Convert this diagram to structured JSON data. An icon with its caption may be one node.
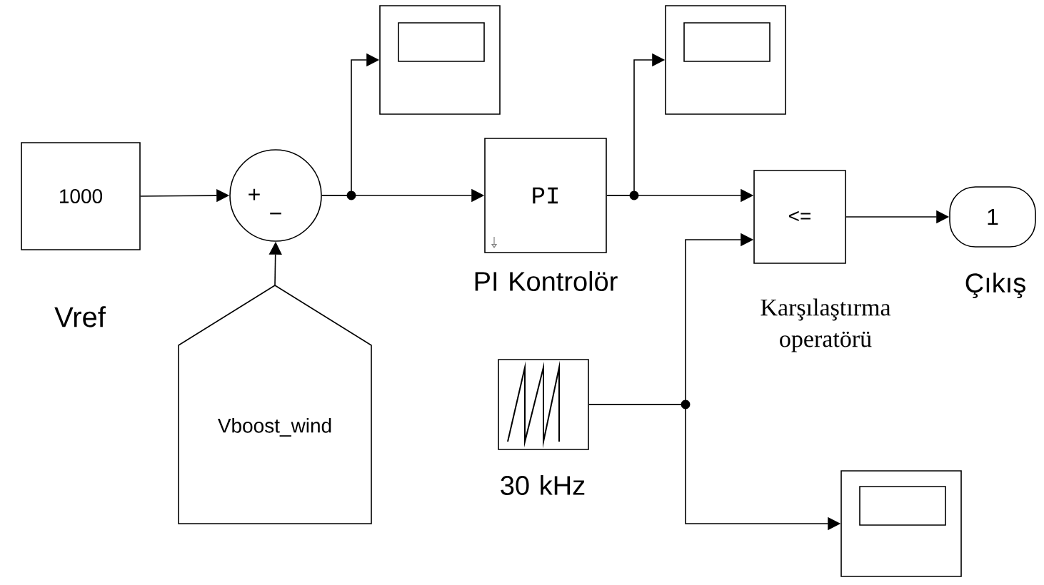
{
  "diagram": {
    "nodes": [
      {
        "text": [
          "1000"
        ],
        "beside": [
          "Vref"
        ]
      },
      {
        "text": [
          "+",
          "−"
        ]
      },
      {
        "text": [],
        "shape": "picture"
      },
      {
        "text": [
          "PI"
        ],
        "beside": [
          "PI Kontrolör"
        ]
      },
      {
        "text": [],
        "shape": "picture"
      },
      {
        "text": [
          "<="
        ],
        "beside": [
          "Karşılaştırma operatörü"
        ]
      },
      {
        "text": [
          "1"
        ],
        "beside": [
          "Çıkış"
        ]
      },
      {
        "text": [
          "Vboost_wind"
        ]
      },
      {
        "text": [],
        "shape": "picture",
        "beside": [
          "30 kHz"
        ]
      },
      {
        "text": [],
        "shape": "picture"
      }
    ],
    "edges": [
      {
        "from": 0,
        "to": 1,
        "arrow": "to"
      },
      {
        "from": 7,
        "to": 1,
        "arrow": "to"
      },
      {
        "from": 1,
        "to": 2,
        "arrow": "to"
      },
      {
        "from": 1,
        "to": 3,
        "arrow": "to"
      },
      {
        "from": 3,
        "to": 4,
        "arrow": "to"
      },
      {
        "from": 3,
        "to": 5,
        "arrow": "to"
      },
      {
        "from": 5,
        "to": 6,
        "arrow": "to"
      },
      {
        "from": 8,
        "to": 5,
        "arrow": "to"
      },
      {
        "from": 8,
        "to": 9,
        "arrow": "to"
      }
    ]
  }
}
